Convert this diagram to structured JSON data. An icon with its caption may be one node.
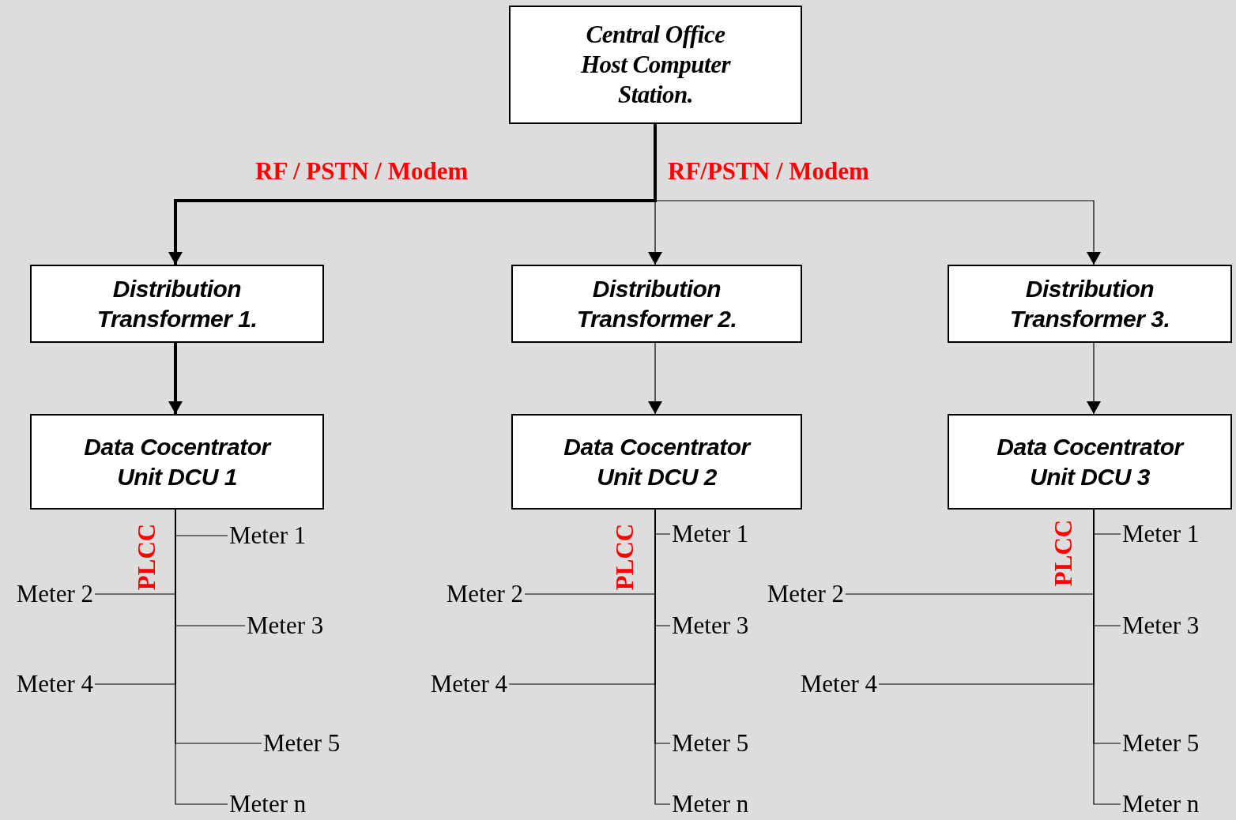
{
  "diagram": {
    "nodes": [
      {
        "text": [
          "Central Office Host Computer Station."
        ]
      },
      {
        "text": [
          "Distribution Transformer 1."
        ]
      },
      {
        "text": [
          "Distribution Transformer 2."
        ]
      },
      {
        "text": [
          "Distribution Transformer 3."
        ]
      },
      {
        "text": [
          "Data Cocentrator Unit DCU 1"
        ]
      },
      {
        "text": [
          "Data Cocentrator Unit DCU 2"
        ]
      },
      {
        "text": [
          "Data Cocentrator Unit DCU 3"
        ]
      },
      {
        "text": [
          "Meter 1"
        ]
      },
      {
        "text": [
          "Meter 2"
        ]
      },
      {
        "text": [
          "Meter 3"
        ]
      },
      {
        "text": [
          "Meter 4"
        ]
      },
      {
        "text": [
          "Meter 5"
        ]
      },
      {
        "text": [
          "Meter n"
        ]
      },
      {
        "text": [
          "Meter 1"
        ]
      },
      {
        "text": [
          "Meter 2"
        ]
      },
      {
        "text": [
          "Meter 3"
        ]
      },
      {
        "text": [
          "Meter 4"
        ]
      },
      {
        "text": [
          "Meter 5"
        ]
      },
      {
        "text": [
          "Meter n"
        ]
      },
      {
        "text": [
          "Meter 1"
        ]
      },
      {
        "text": [
          "Meter 2"
        ]
      },
      {
        "text": [
          "Meter 3"
        ]
      },
      {
        "text": [
          "Meter 4"
        ]
      },
      {
        "text": [
          "Meter 5"
        ]
      },
      {
        "text": [
          "Meter n"
        ]
      }
    ],
    "edges": [
      {
        "from": 0,
        "to": 1,
        "arrow": "to",
        "label": "RF / PSTN / Modem",
        "style": "thick"
      },
      {
        "from": 0,
        "to": 2,
        "arrow": "to"
      },
      {
        "from": 0,
        "to": 3,
        "arrow": "to",
        "label": "RF/PSTN / Modem"
      },
      {
        "from": 1,
        "to": 4,
        "arrow": "to",
        "style": "thick"
      },
      {
        "from": 2,
        "to": 5,
        "arrow": "to"
      },
      {
        "from": 3,
        "to": 6,
        "arrow": "to"
      },
      {
        "from": 4,
        "to": 7,
        "arrow": "none"
      },
      {
        "from": 4,
        "to": 8,
        "arrow": "none"
      },
      {
        "from": 4,
        "to": 9,
        "arrow": "none"
      },
      {
        "from": 4,
        "to": 10,
        "arrow": "none"
      },
      {
        "from": 4,
        "to": 11,
        "arrow": "none"
      },
      {
        "from": 4,
        "to": 12,
        "arrow": "none"
      },
      {
        "from": 5,
        "to": 13,
        "arrow": "none"
      },
      {
        "from": 5,
        "to": 14,
        "arrow": "none"
      },
      {
        "from": 5,
        "to": 15,
        "arrow": "none"
      },
      {
        "from": 5,
        "to": 16,
        "arrow": "none"
      },
      {
        "from": 5,
        "to": 17,
        "arrow": "none"
      },
      {
        "from": 5,
        "to": 18,
        "arrow": "none"
      },
      {
        "from": 6,
        "to": 19,
        "arrow": "none"
      },
      {
        "from": 6,
        "to": 20,
        "arrow": "none"
      },
      {
        "from": 6,
        "to": 21,
        "arrow": "none"
      },
      {
        "from": 6,
        "to": 22,
        "arrow": "none"
      },
      {
        "from": 6,
        "to": 23,
        "arrow": "none"
      },
      {
        "from": 6,
        "to": 24,
        "arrow": "none"
      }
    ],
    "labels": [
      "PLCC",
      "PLCC",
      "PLCC"
    ]
  }
}
